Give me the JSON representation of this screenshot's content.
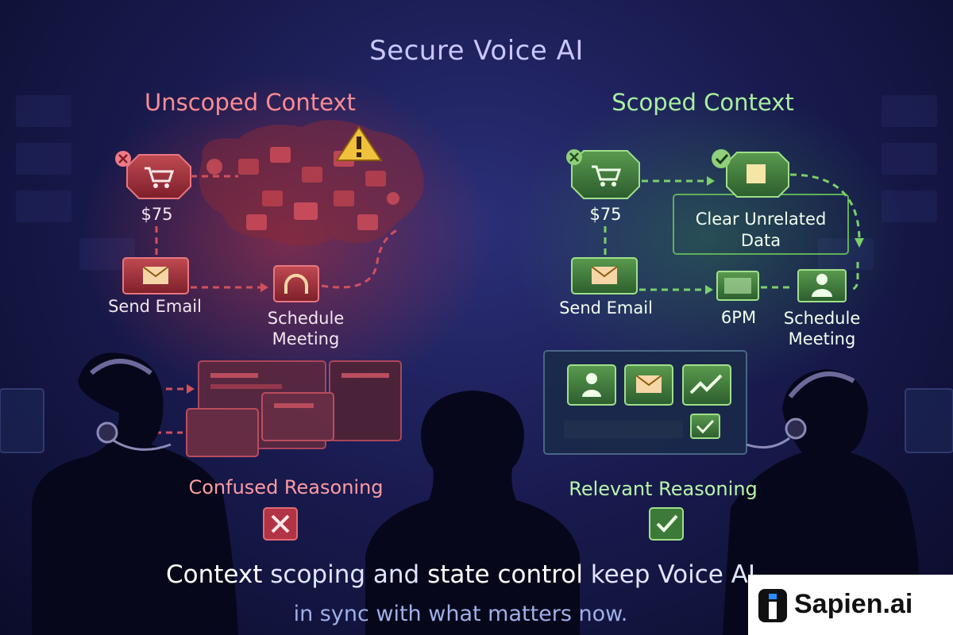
{
  "title": "Secure Voice AI",
  "left": {
    "heading": "Unscoped Context",
    "price": "$75",
    "send_email": "Send Email",
    "schedule_meeting": "Schedule\nMeeting",
    "reasoning": "Confused Reasoning",
    "status_icon": "x-icon",
    "accent": "#e0525e"
  },
  "right": {
    "heading": "Scoped Context",
    "price": "$75",
    "clear_data": "Clear Unrelated\nData",
    "send_email": "Send Email",
    "time": "6PM",
    "schedule_meeting": "Schedule\nMeeting",
    "reasoning": "Relevant Reasoning",
    "status_icon": "check-icon",
    "accent": "#5fc25a"
  },
  "footer": {
    "line1_part1": "Context",
    "line1_part2": " scoping and ",
    "line1_part3": "state control",
    "line1_part4": " keep Voice AI",
    "line2": "in sync with what matters now."
  },
  "brand": {
    "name": "Sapien.ai"
  }
}
